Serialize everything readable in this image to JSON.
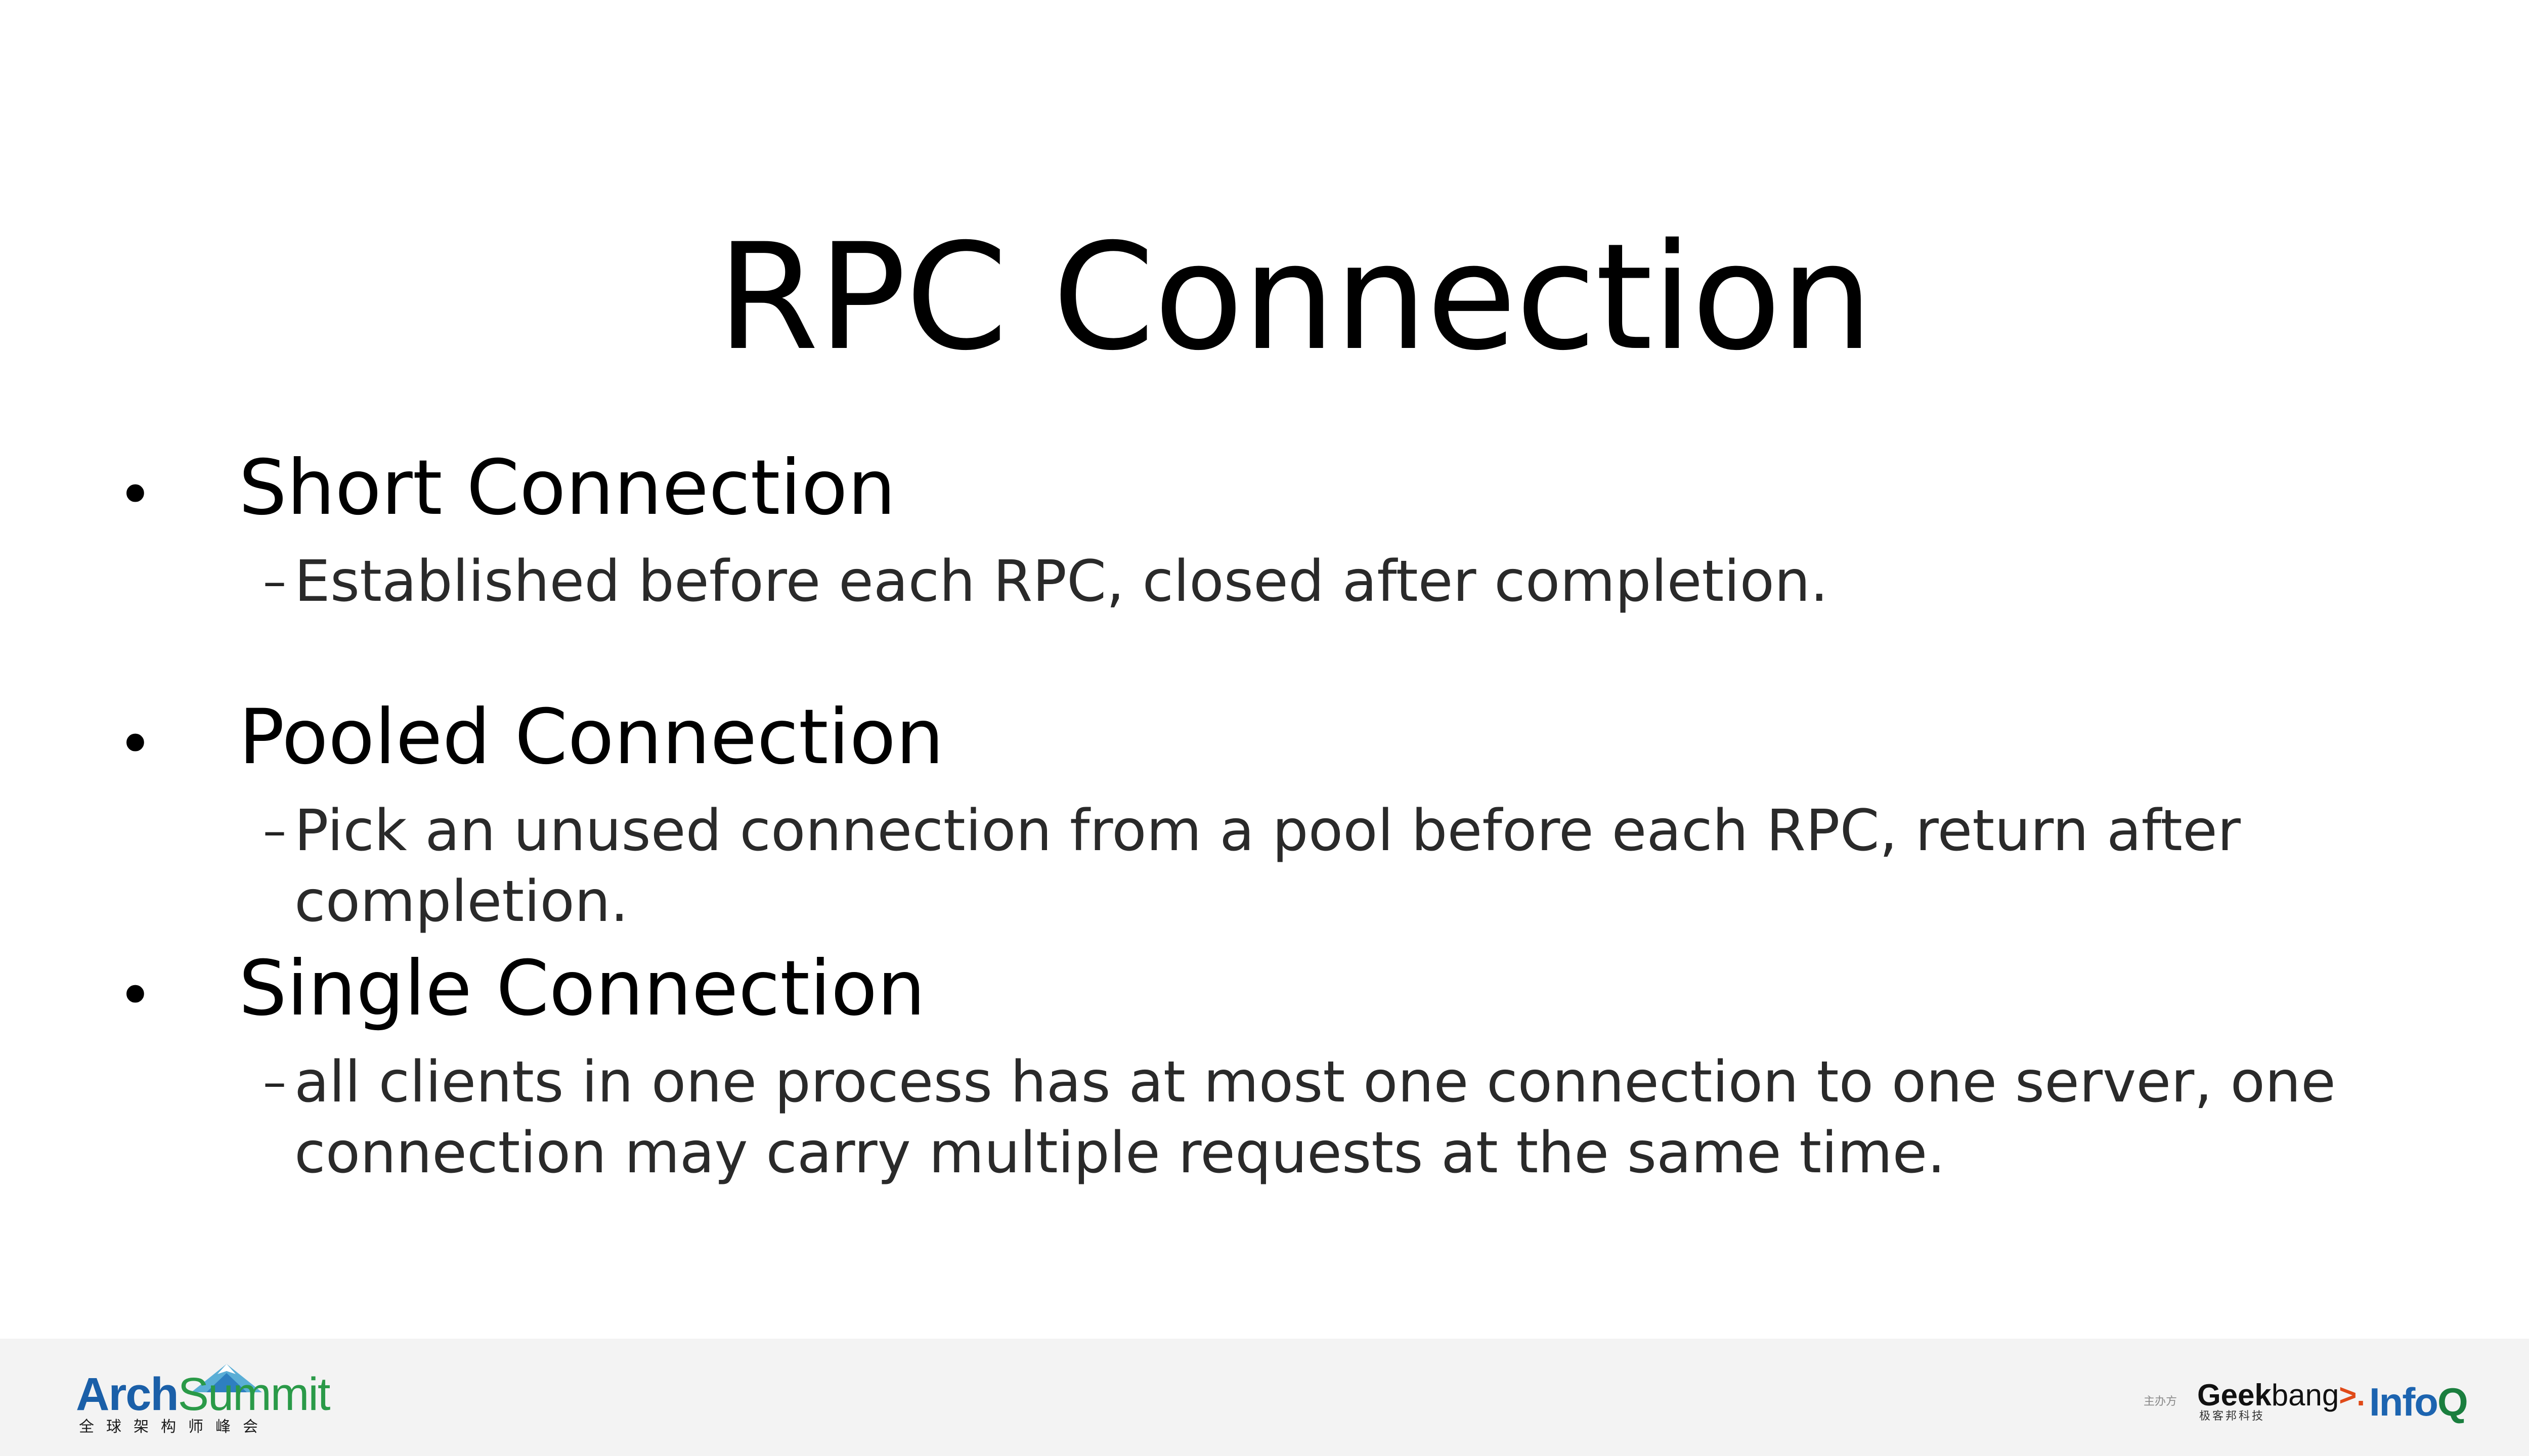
{
  "slide": {
    "title": "RPC Connection"
  },
  "bullets": [
    {
      "marker": "•",
      "heading": "Short Connection",
      "sub_marker": "–",
      "detail": "Established before each RPC, closed after completion."
    },
    {
      "marker": "•",
      "heading": "Pooled Connection",
      "sub_marker": "–",
      "detail": "Pick an unused connection from a pool before each RPC, return after completion."
    },
    {
      "marker": "•",
      "heading": "Single Connection",
      "sub_marker": "–",
      "detail_line1": "all clients in one process has at most one connection to one server, one",
      "detail_line2": "connection may carry multiple requests at the same time."
    }
  ],
  "footer": {
    "archsummit": {
      "word_arch": "Arch",
      "word_summit": "Summit",
      "subtitle": "全球架构师峰会"
    },
    "sponsor_label": "主办方",
    "geekbang": {
      "word_geek": "Geek",
      "word_bang": "bang",
      "arrow": ">.",
      "subtitle": "极客邦科技"
    },
    "infoq": {
      "word_info": "Info",
      "word_q": "Q"
    }
  },
  "colors": {
    "footer_bg": "#f3f3f3",
    "arch_blue": "#1a5fa8",
    "summit_green": "#2a9a48",
    "geekbang_orange": "#e04a18",
    "infoq_blue": "#1c64b0"
  }
}
